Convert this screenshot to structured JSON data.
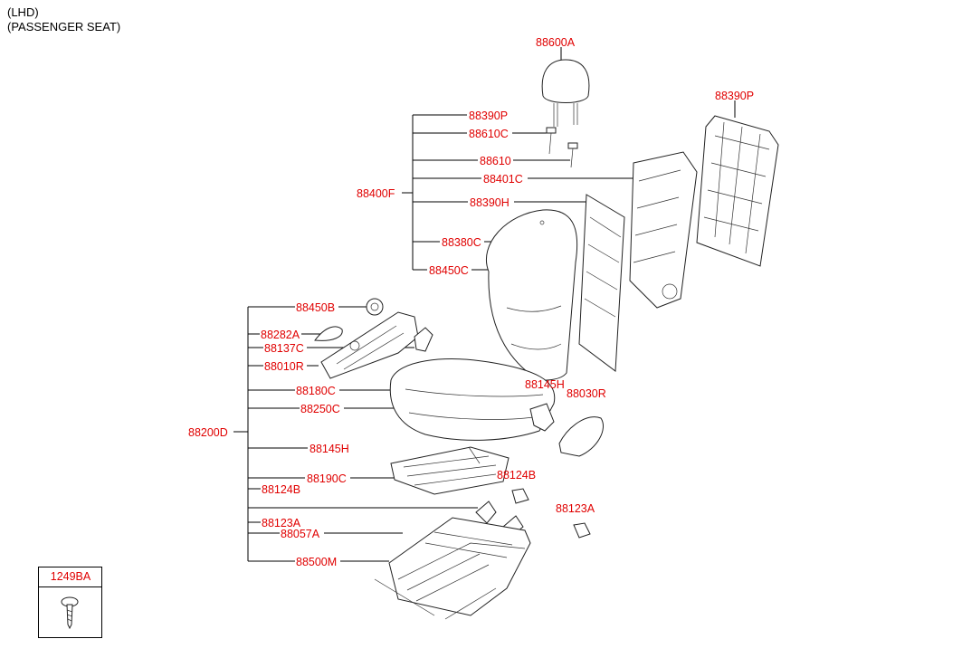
{
  "header": {
    "line1": "(LHD)",
    "line2": "(PASSENGER SEAT)"
  },
  "groups": {
    "back": "88400F",
    "cushion": "88200D"
  },
  "labels": {
    "p88600A": "88600A",
    "p88390P_top": "88390P",
    "p88390P": "88390P",
    "p88610C": "88610C",
    "p88610": "88610",
    "p88401C": "88401C",
    "p88390H": "88390H",
    "p88380C": "88380C",
    "p88450C": "88450C",
    "p88450B": "88450B",
    "p88282A": "88282A",
    "p88137C": "88137C",
    "p88010R": "88010R",
    "p88180C": "88180C",
    "p88250C": "88250C",
    "p88145H_r": "88145H",
    "p88030R": "88030R",
    "p88145H": "88145H",
    "p88190C": "88190C",
    "p88124B": "88124B",
    "p88124B_r": "88124B",
    "p88123A": "88123A",
    "p88123A_r": "88123A",
    "p88057A": "88057A",
    "p88500M": "88500M"
  },
  "boxed_part": {
    "label": "1249BA",
    "icon": "screw-icon"
  },
  "colors": {
    "label": "#e00000",
    "line": "#000000"
  }
}
